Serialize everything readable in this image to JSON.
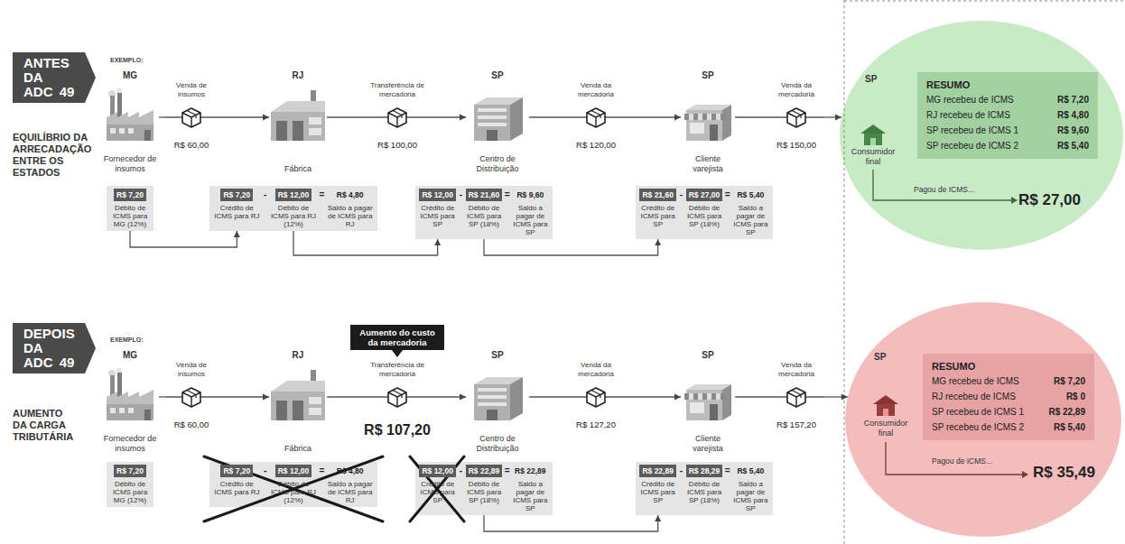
{
  "diagram": {
    "nodes": [
      {
        "text": [
          "ANTES DA ADC 49"
        ]
      },
      {
        "text": [
          "MG",
          "Fornecedor de insumos"
        ]
      },
      {
        "text": [
          "Venda de insumos",
          "R$ 60,00"
        ]
      },
      {
        "text": [
          "RJ",
          "Fábrica"
        ]
      },
      {
        "text": [
          "Transferência de mercadoria",
          "R$ 100,00"
        ]
      },
      {
        "text": [
          "SP",
          "Centro de Distribuição"
        ]
      },
      {
        "text": [
          "Venda da mercadoria",
          "R$ 120,00"
        ]
      },
      {
        "text": [
          "SP",
          "Cliente varejista"
        ]
      },
      {
        "text": [
          "Venda da mercadoria",
          "R$ 150,00"
        ]
      },
      {
        "text": [
          "SP",
          "Consumidor final",
          "Pagou de ICMS...",
          "R$ 27,00"
        ]
      },
      {
        "text": [
          "RESUMO",
          "MG recebeu de ICMS",
          "R$ 7,20",
          "RJ recebeu de ICMS",
          "R$ 4,80",
          "SP recebeu de ICMS 1",
          "R$ 9,60",
          "SP recebeu de ICMS 2",
          "R$ 5,40"
        ],
        "in": 9
      },
      {
        "text": [
          "R$ 7,20",
          "Débito de ICMS para MG (12%)"
        ]
      },
      {
        "text": [
          "R$ 7,20",
          "-",
          "R$ 12,00",
          "=",
          "R$ 4,80",
          "Crédito de ICMS para RJ",
          "Débito de ICMS para RJ (12%)",
          "Saldo a pagar de ICMS para RJ"
        ]
      },
      {
        "text": [
          "R$ 12,00",
          "-",
          "R$ 21,60",
          "=",
          "R$ 9,60",
          "Crédito de ICMS para SP",
          "Débito de ICMS para SP (18%)",
          "Saldo a pagar de ICMS para SP"
        ]
      },
      {
        "text": [
          "R$ 21,60",
          "-",
          "R$ 27,00",
          "=",
          "R$ 5,40",
          "Crédito de ICMS para SP",
          "Débito de ICMS para SP (18%)",
          "Saldo a pagar de ICMS para SP"
        ]
      },
      {
        "text": [
          "DEPOIS DA ADC 49"
        ]
      },
      {
        "text": [
          "Aumento do custo da mercadoria"
        ]
      },
      {
        "text": [
          "MG",
          "Fornecedor de insumos"
        ]
      },
      {
        "text": [
          "Venda de insumos",
          "R$ 60,00"
        ]
      },
      {
        "text": [
          "RJ",
          "Fábrica"
        ]
      },
      {
        "text": [
          "Transferência de mercadoria",
          "R$ 107,20"
        ]
      },
      {
        "text": [
          "SP",
          "Centro de Distribuição"
        ]
      },
      {
        "text": [
          "Venda da mercadoria",
          "R$ 127,20"
        ]
      },
      {
        "text": [
          "SP",
          "Cliente varejista"
        ]
      },
      {
        "text": [
          "Venda da mercadoria",
          "R$ 157,20"
        ]
      },
      {
        "text": [
          "SP",
          "Consumidor final",
          "Pagou de ICMS...",
          "R$ 35,49"
        ]
      },
      {
        "text": [
          "RESUMO",
          "MG recebeu de ICMS",
          "R$ 7,20",
          "RJ recebeu de ICMS",
          "R$ 0",
          "SP recebeu de ICMS 1",
          "R$ 22,89",
          "SP recebeu de ICMS 2",
          "R$ 5,40"
        ],
        "in": 25
      },
      {
        "text": [
          "R$ 7,20",
          "Débito de ICMS para MG (12%)"
        ]
      },
      {
        "text": [
          "R$ 7,20",
          "-",
          "R$ 12,00",
          "=",
          "R$ 4,80",
          "Crédito de ICMS para RJ",
          "Débito de ICMS para RJ (12%)",
          "Saldo a pagar de ICMS para RJ"
        ]
      },
      {
        "text": [
          "R$ 12,00",
          "-",
          "R$ 22,89",
          "=",
          "R$ 22,89",
          "Crédito de ICMS para SP",
          "Débito de ICMS para SP (18%)",
          "Saldo a pagar de ICMS para SP"
        ]
      },
      {
        "text": [
          "R$ 22,89",
          "-",
          "R$ 28,29",
          "=",
          "R$ 5,40",
          "Crédito de ICMS para SP",
          "Débito de ICMS para SP (18%)",
          "Saldo a pagar de ICMS para SP"
        ]
      }
    ],
    "edges": [
      {
        "from": 1,
        "to": 2,
        "arrow": "none"
      },
      {
        "from": 2,
        "to": 3,
        "arrow": "to"
      },
      {
        "from": 3,
        "to": 4,
        "arrow": "none"
      },
      {
        "from": 4,
        "to": 5,
        "arrow": "to"
      },
      {
        "from": 5,
        "to": 6,
        "arrow": "none"
      },
      {
        "from": 6,
        "to": 7,
        "arrow": "to"
      },
      {
        "from": 7,
        "to": 8,
        "arrow": "none"
      },
      {
        "from": 8,
        "to": 9,
        "arrow": "to"
      },
      {
        "from": 11,
        "to": 12,
        "arrow": "to"
      },
      {
        "from": 12,
        "to": 13,
        "arrow": "to"
      },
      {
        "from": 13,
        "to": 14,
        "arrow": "to"
      },
      {
        "from": 17,
        "to": 18,
        "arrow": "none"
      },
      {
        "from": 18,
        "to": 19,
        "arrow": "to"
      },
      {
        "from": 19,
        "to": 20,
        "arrow": "none"
      },
      {
        "from": 20,
        "to": 21,
        "arrow": "to"
      },
      {
        "from": 21,
        "to": 22,
        "arrow": "none"
      },
      {
        "from": 22,
        "to": 23,
        "arrow": "to"
      },
      {
        "from": 23,
        "to": 24,
        "arrow": "none"
      },
      {
        "from": 24,
        "to": 25,
        "arrow": "to"
      },
      {
        "from": 29,
        "to": 30,
        "arrow": "to"
      }
    ],
    "labels": [
      "EXEMPLO:",
      "EQUILÍBRIO DA ARRECADAÇÃO ENTRE OS ESTADOS",
      "EXEMPLO:",
      "AUMENTO DA CARGA TRIBUTÁRIA"
    ]
  }
}
